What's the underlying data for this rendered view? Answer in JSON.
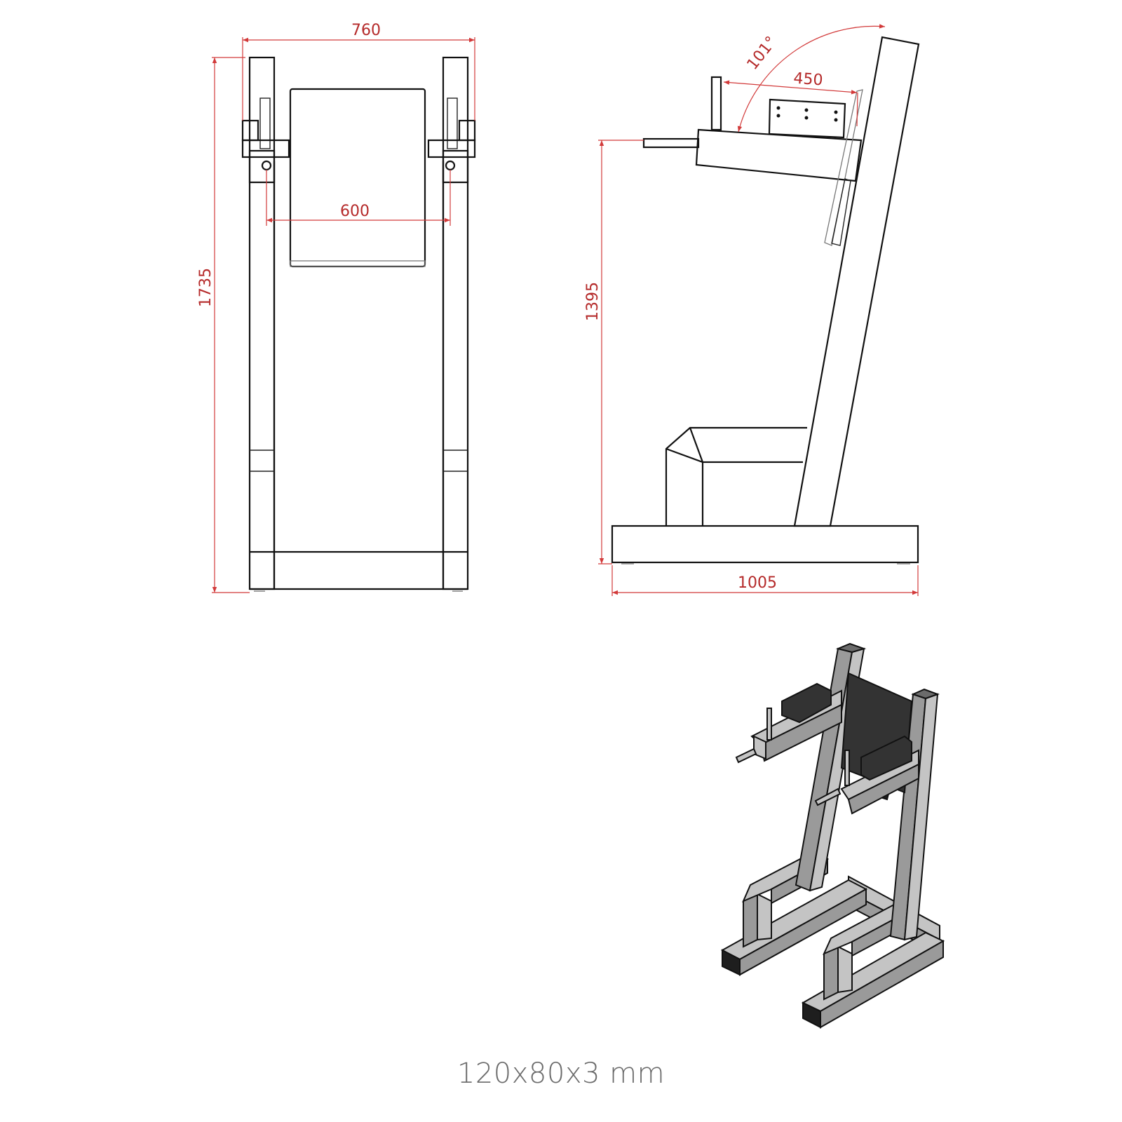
{
  "views": {
    "front": {
      "label": "front-view",
      "dimensions": {
        "overall_width": "760",
        "handle_spacing": "600",
        "overall_height": "1735"
      }
    },
    "side": {
      "label": "side-view",
      "dimensions": {
        "angle": "101°",
        "handle_length": "450",
        "arm_height": "1395",
        "base_depth": "1005"
      }
    },
    "isometric": {
      "label": "isometric-view"
    }
  },
  "caption": "120x80x3 mm",
  "colors": {
    "dimension_red": "#d23a3a",
    "line_black": "#111111",
    "caption_gray": "#6a6a6a"
  }
}
